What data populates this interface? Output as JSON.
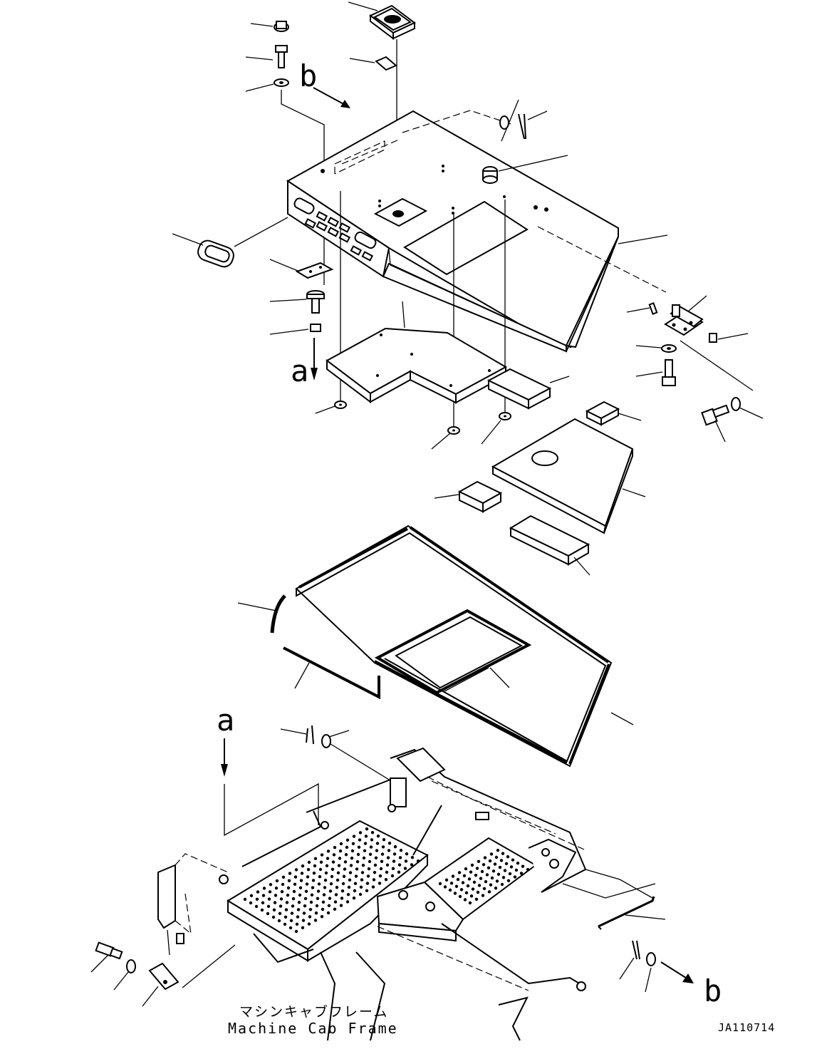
{
  "diagram": {
    "view_letters": {
      "b_top": "b",
      "a_mid": "a",
      "a_low": "a",
      "b_bottom": "b"
    },
    "caption": {
      "japanese": "マシンキャブフレーム",
      "english": "Machine Cab Frame"
    },
    "drawing_code": "JA110714"
  }
}
